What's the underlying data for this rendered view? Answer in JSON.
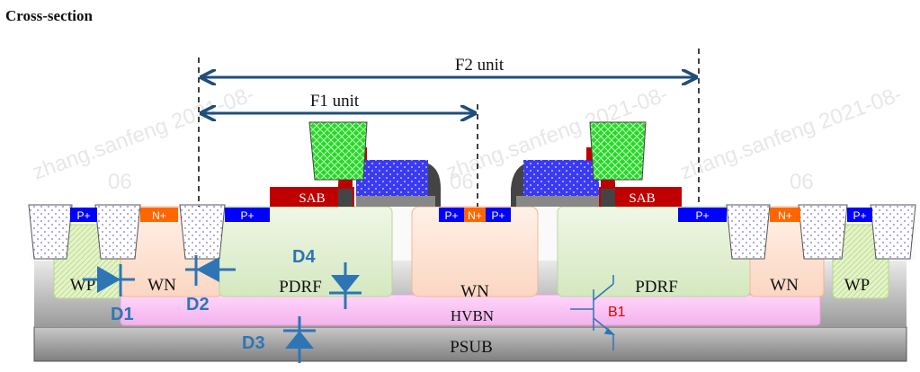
{
  "title": "Cross-section",
  "dimensions": {
    "f2": "F2 unit",
    "f1": "F1 unit"
  },
  "layers": {
    "psub": "PSUB",
    "hvbn": "HVBN",
    "wp_left": "WP",
    "wp_right": "WP",
    "wn_left": "WN",
    "wn_center": "WN",
    "wn_right": "WN",
    "pdrf_left": "PDRF",
    "pdrf_right": "PDRF"
  },
  "implants": {
    "pplus_1": "P+",
    "nplus_1": "N+",
    "pplus_2": "P+",
    "pplus_3": "P+",
    "nplus_center": "N+",
    "pplus_4": "P+",
    "pplus_5": "P+",
    "nplus_2": "N+",
    "pplus_6": "P+"
  },
  "sab": {
    "left": "SAB",
    "right": "SAB"
  },
  "devices": {
    "d1": "D1",
    "d2": "D2",
    "d3": "D3",
    "d4": "D4",
    "b1": "B1"
  },
  "watermark": {
    "line1": "zhang.sanfeng 2021-08-",
    "line2": "06"
  },
  "colors": {
    "wn": "#fde3d3",
    "pdrf": "#e3f0d4",
    "hvbn": "#fbc8f4",
    "psub": "#a6a6a6",
    "pplus": "#0000ff",
    "nplus": "#ff6600",
    "sab": "#c00000",
    "poly": "#4040ff",
    "gate_metal": "#22dd22",
    "device_blue": "#2e75b6",
    "b1_red": "#e00000"
  }
}
